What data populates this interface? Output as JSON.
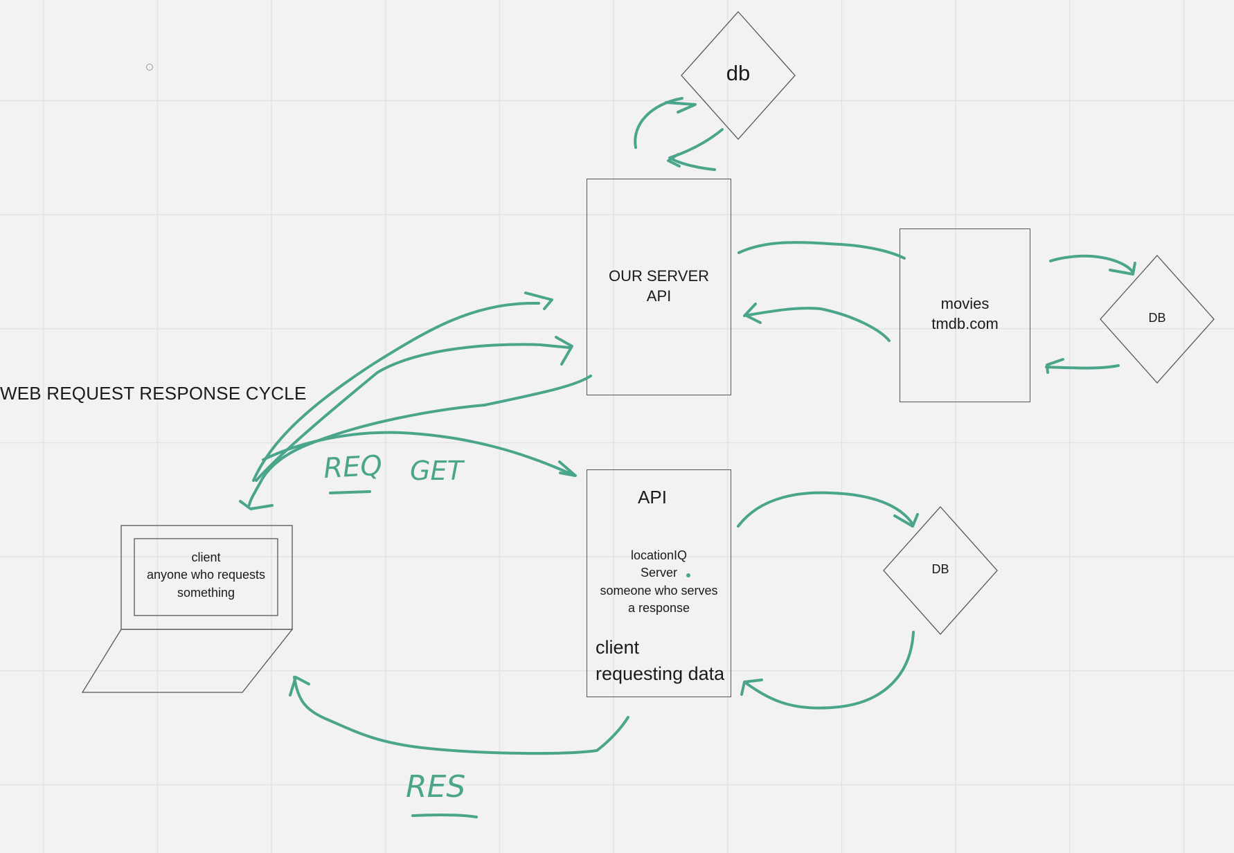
{
  "diagram": {
    "title": "WEB REQUEST RESPONSE CYCLE",
    "db_top": "db",
    "our_server": {
      "line1": "OUR SERVER",
      "line2": "API"
    },
    "movies": {
      "line1": "movies",
      "line2": "tmdb.com"
    },
    "db_right": "DB",
    "api_box": {
      "title": "API",
      "line1": "locationIQ",
      "line2": "Server",
      "line3": "someone who serves",
      "line4": "a response",
      "big1": "client",
      "big2": "requesting data"
    },
    "db_bottom": "DB",
    "client": {
      "line1": "client",
      "line2": "anyone who requests",
      "line3": "something"
    },
    "annotations": {
      "req": "REQ",
      "get": "GET",
      "res": "RES"
    },
    "colors": {
      "ink": "#4aa58b",
      "stroke": "#555555",
      "background": "#f2f2f2"
    }
  }
}
